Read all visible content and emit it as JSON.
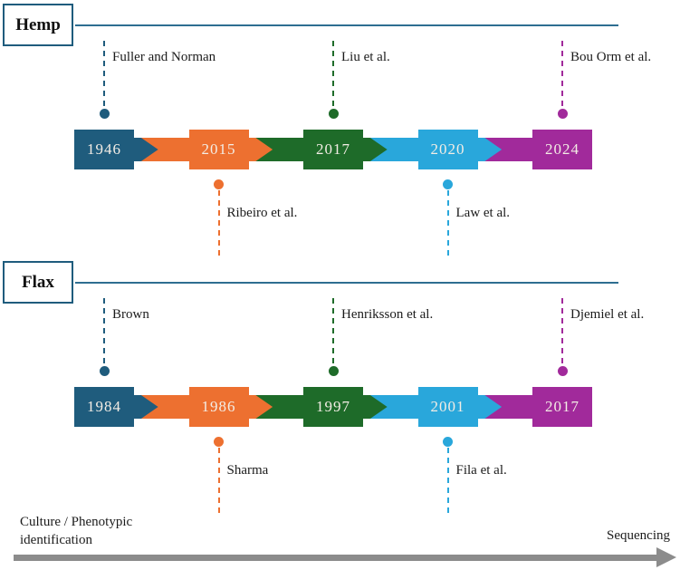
{
  "colors": {
    "teal": "#1F5C7D",
    "orange": "#ED7030",
    "green": "#1E6B29",
    "cyan": "#29A7DB",
    "magenta": "#A12A9B",
    "rule": "#2E6E91",
    "box_border": "#1F5C7D",
    "axis_arrow": "#8C8C8C",
    "year_text": "#F3EDE5",
    "label_text": "#1B1B1B"
  },
  "timelines": [
    {
      "id": "hemp",
      "title": "Hemp",
      "blocks": [
        {
          "year": "1946",
          "color": "#1F5C7D"
        },
        {
          "year": "2015",
          "color": "#ED7030"
        },
        {
          "year": "2017",
          "color": "#1E6B29"
        },
        {
          "year": "2020",
          "color": "#29A7DB"
        },
        {
          "year": "2024",
          "color": "#A12A9B"
        }
      ],
      "annotations_above": [
        {
          "block": 0,
          "label": "Fuller and Norman"
        },
        {
          "block": 2,
          "label": "Liu et al."
        },
        {
          "block": 4,
          "label": "Bou Orm et al."
        }
      ],
      "annotations_below": [
        {
          "block": 1,
          "label": "Ribeiro et al."
        },
        {
          "block": 3,
          "label": "Law et al."
        }
      ]
    },
    {
      "id": "flax",
      "title": "Flax",
      "blocks": [
        {
          "year": "1984",
          "color": "#1F5C7D"
        },
        {
          "year": "1986",
          "color": "#ED7030"
        },
        {
          "year": "1997",
          "color": "#1E6B29"
        },
        {
          "year": "2001",
          "color": "#29A7DB"
        },
        {
          "year": "2017",
          "color": "#A12A9B"
        }
      ],
      "annotations_above": [
        {
          "block": 0,
          "label": "Brown"
        },
        {
          "block": 2,
          "label": "Henriksson et al."
        },
        {
          "block": 4,
          "label": "Djemiel et al."
        }
      ],
      "annotations_below": [
        {
          "block": 1,
          "label": "Sharma"
        },
        {
          "block": 3,
          "label": "Fila et al."
        }
      ]
    }
  ],
  "footer": {
    "left_label_line1": "Culture / Phenotypic",
    "left_label_line2": "identification",
    "right_label": "Sequencing"
  }
}
